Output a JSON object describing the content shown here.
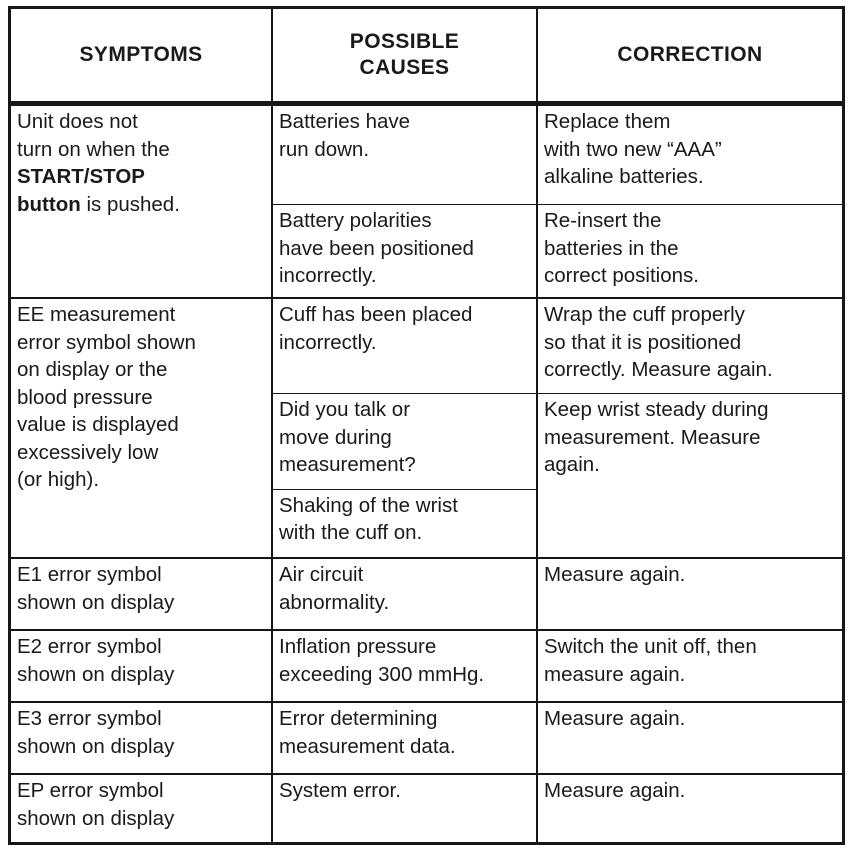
{
  "document": {
    "title": "Troubleshooting Table",
    "colors": {
      "ink": "#171717",
      "text": "#1a1a1a",
      "background": "#ffffff"
    }
  },
  "table": {
    "headers": {
      "symptoms": "SYMPTOMS",
      "possible_causes_line1": "POSSIBLE",
      "possible_causes_line2": "CAUSES",
      "correction": "CORRECTION"
    },
    "rows": [
      {
        "symptom_pre": "Unit does not\nturn on when the ",
        "symptom_bold1": "START/STOP",
        "symptom_bold2": "button",
        "symptom_post": " is pushed.",
        "causes": [
          "Batteries have\nrun down.",
          "Battery polarities\nhave been positioned\nincorrectly."
        ],
        "corrections": [
          "Replace them\nwith two new “AAA”\nalkaline batteries.",
          "Re-insert the\nbatteries in the\ncorrect positions."
        ]
      },
      {
        "symptom": "EE measurement\nerror symbol shown\non display or the\nblood pressure\nvalue is displayed\nexcessively low\n(or high).",
        "causes": [
          "Cuff has been placed\nincorrectly.",
          "Did you talk or\nmove during\nmeasurement?",
          "Shaking of the wrist\nwith the cuff on."
        ],
        "corrections": [
          "Wrap the cuff properly\nso that it is positioned\ncorrectly. Measure again.",
          "Keep wrist steady during\nmeasurement. Measure\nagain."
        ]
      },
      {
        "symptom": "E1 error symbol\nshown on display",
        "causes": [
          "Air circuit\nabnormality."
        ],
        "corrections": [
          "Measure again."
        ]
      },
      {
        "symptom": "E2 error symbol\nshown on display",
        "causes": [
          "Inflation pressure\nexceeding 300 mmHg."
        ],
        "corrections": [
          "Switch the unit off, then\nmeasure again."
        ]
      },
      {
        "symptom": "E3 error symbol\nshown on display",
        "causes": [
          "Error determining\nmeasurement data."
        ],
        "corrections": [
          "Measure again."
        ]
      },
      {
        "symptom": "EP error symbol\nshown on display",
        "causes": [
          "System error."
        ],
        "corrections": [
          "Measure again."
        ]
      }
    ]
  }
}
